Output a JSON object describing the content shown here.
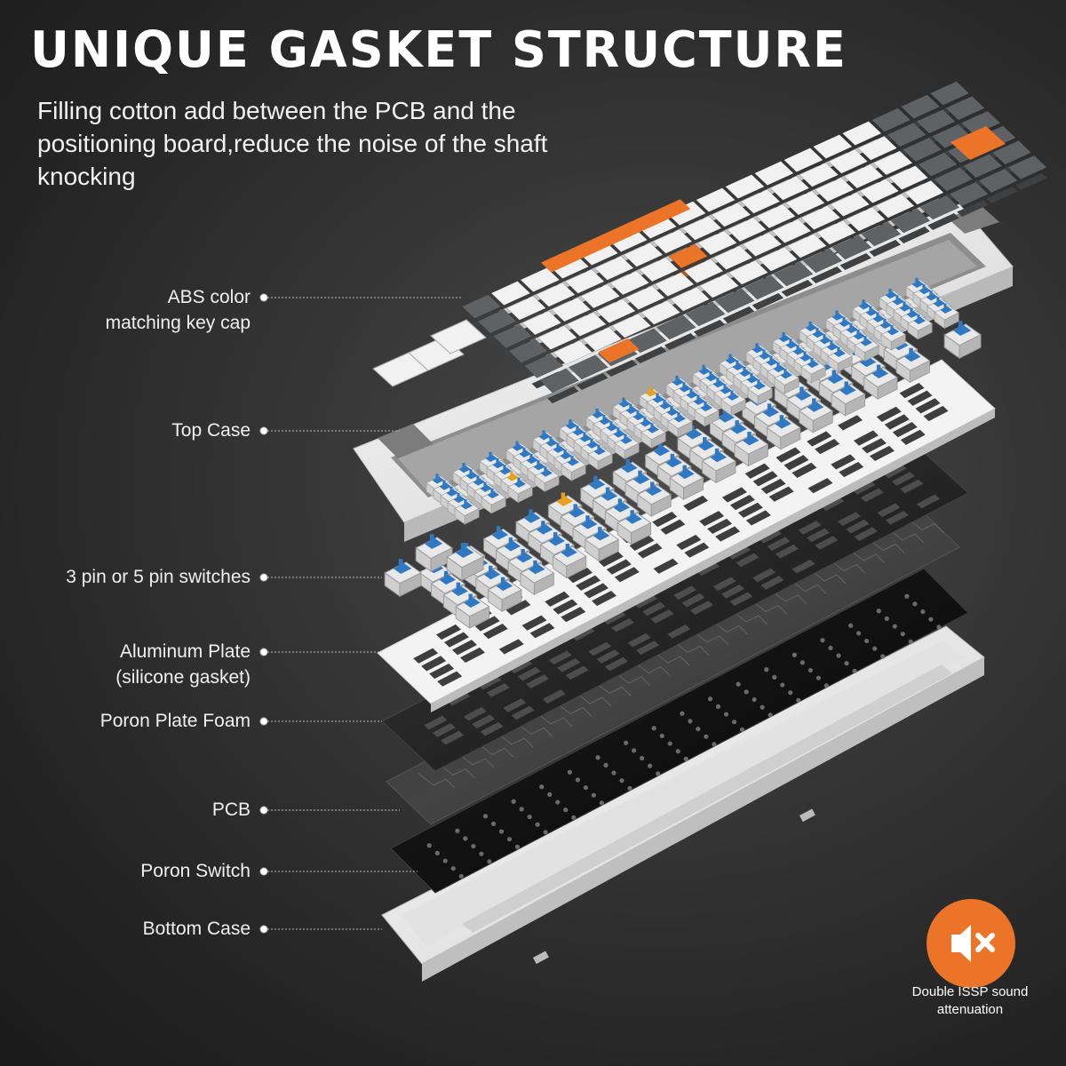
{
  "header": {
    "title": "UNIQUE GASKET STRUCTURE",
    "subtitle": "Filling cotton add between the PCB and the positioning board,reduce the noise of the shaft knocking"
  },
  "layers": [
    {
      "id": "keycap",
      "label_lines": [
        "ABS color",
        "matching key cap"
      ]
    },
    {
      "id": "top-case",
      "label_lines": [
        "Top Case"
      ]
    },
    {
      "id": "switches",
      "label_lines": [
        "3 pin or 5 pin switches"
      ]
    },
    {
      "id": "aluminum-plate",
      "label_lines": [
        "Aluminum Plate",
        "(silicone gasket)"
      ]
    },
    {
      "id": "poron-plate-foam",
      "label_lines": [
        "Poron Plate Foam"
      ]
    },
    {
      "id": "pcb",
      "label_lines": [
        "PCB"
      ]
    },
    {
      "id": "poron-switch",
      "label_lines": [
        "Poron Switch"
      ]
    },
    {
      "id": "bottom-case",
      "label_lines": [
        "Bottom Case"
      ]
    }
  ],
  "badge": {
    "icon": "speaker-mute-icon",
    "text_lines": [
      "Double ISSP sound",
      "attenuation"
    ]
  },
  "colors": {
    "accent": "#ec7428",
    "keycap_white": "#f1f1f1",
    "keycap_gray": "#5f6264",
    "switch_blue": "#2f78c4",
    "switch_yellow": "#e6a01e"
  }
}
